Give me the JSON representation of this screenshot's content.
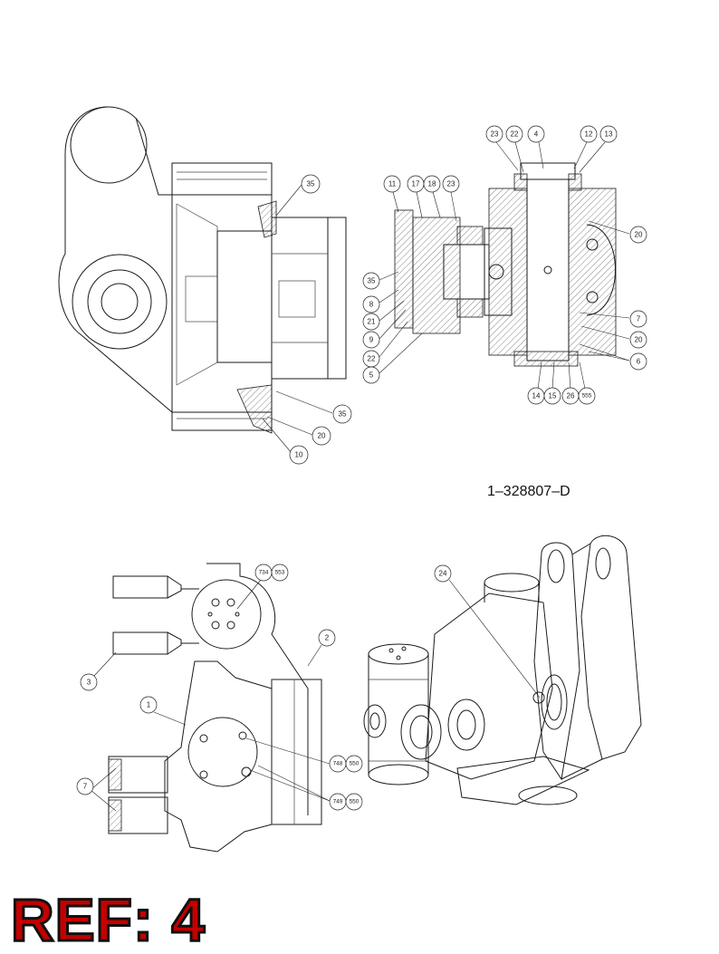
{
  "drawing_number": "1–328807–D",
  "ref_label": "REF: 4",
  "colors": {
    "line": "#1a1a1a",
    "ref_fill": "#c40000",
    "background": "#ffffff"
  },
  "views": {
    "side_section": {
      "balloons": [
        "35",
        "35",
        "20",
        "10"
      ]
    },
    "cross_section": {
      "balloons": [
        "23",
        "22",
        "4",
        "12",
        "13",
        "11",
        "17",
        "18",
        "23",
        "20",
        "35",
        "8",
        "21",
        "9",
        "22",
        "5",
        "7",
        "20",
        "6",
        "14",
        "15",
        "26",
        "555"
      ]
    },
    "front_view": {
      "balloons": [
        "734",
        "553",
        "2",
        "3",
        "1",
        "7",
        "748",
        "550",
        "749",
        "550"
      ]
    },
    "iso_view": {
      "balloons": [
        "24"
      ]
    }
  }
}
